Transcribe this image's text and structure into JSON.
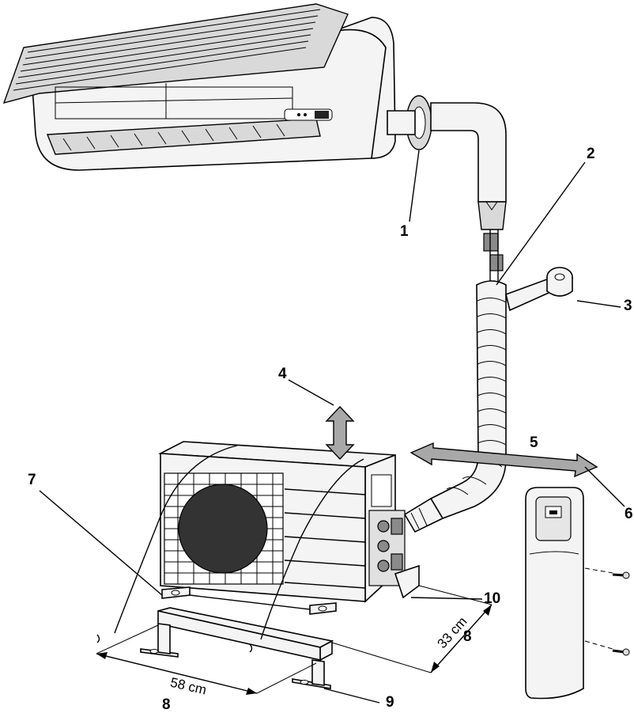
{
  "callouts": {
    "c1": "1",
    "c2": "2",
    "c3": "3",
    "c4": "4",
    "c5": "5",
    "c6": "6",
    "c7": "7",
    "c8a": "8",
    "c8b": "8",
    "c9": "9",
    "c10": "10"
  },
  "dimensions": {
    "width": "58 cm",
    "depth": "33 cm"
  },
  "colors": {
    "outline": "#000000",
    "panel_fill": "#f4f4f4",
    "arrow_fill": "#999999"
  }
}
